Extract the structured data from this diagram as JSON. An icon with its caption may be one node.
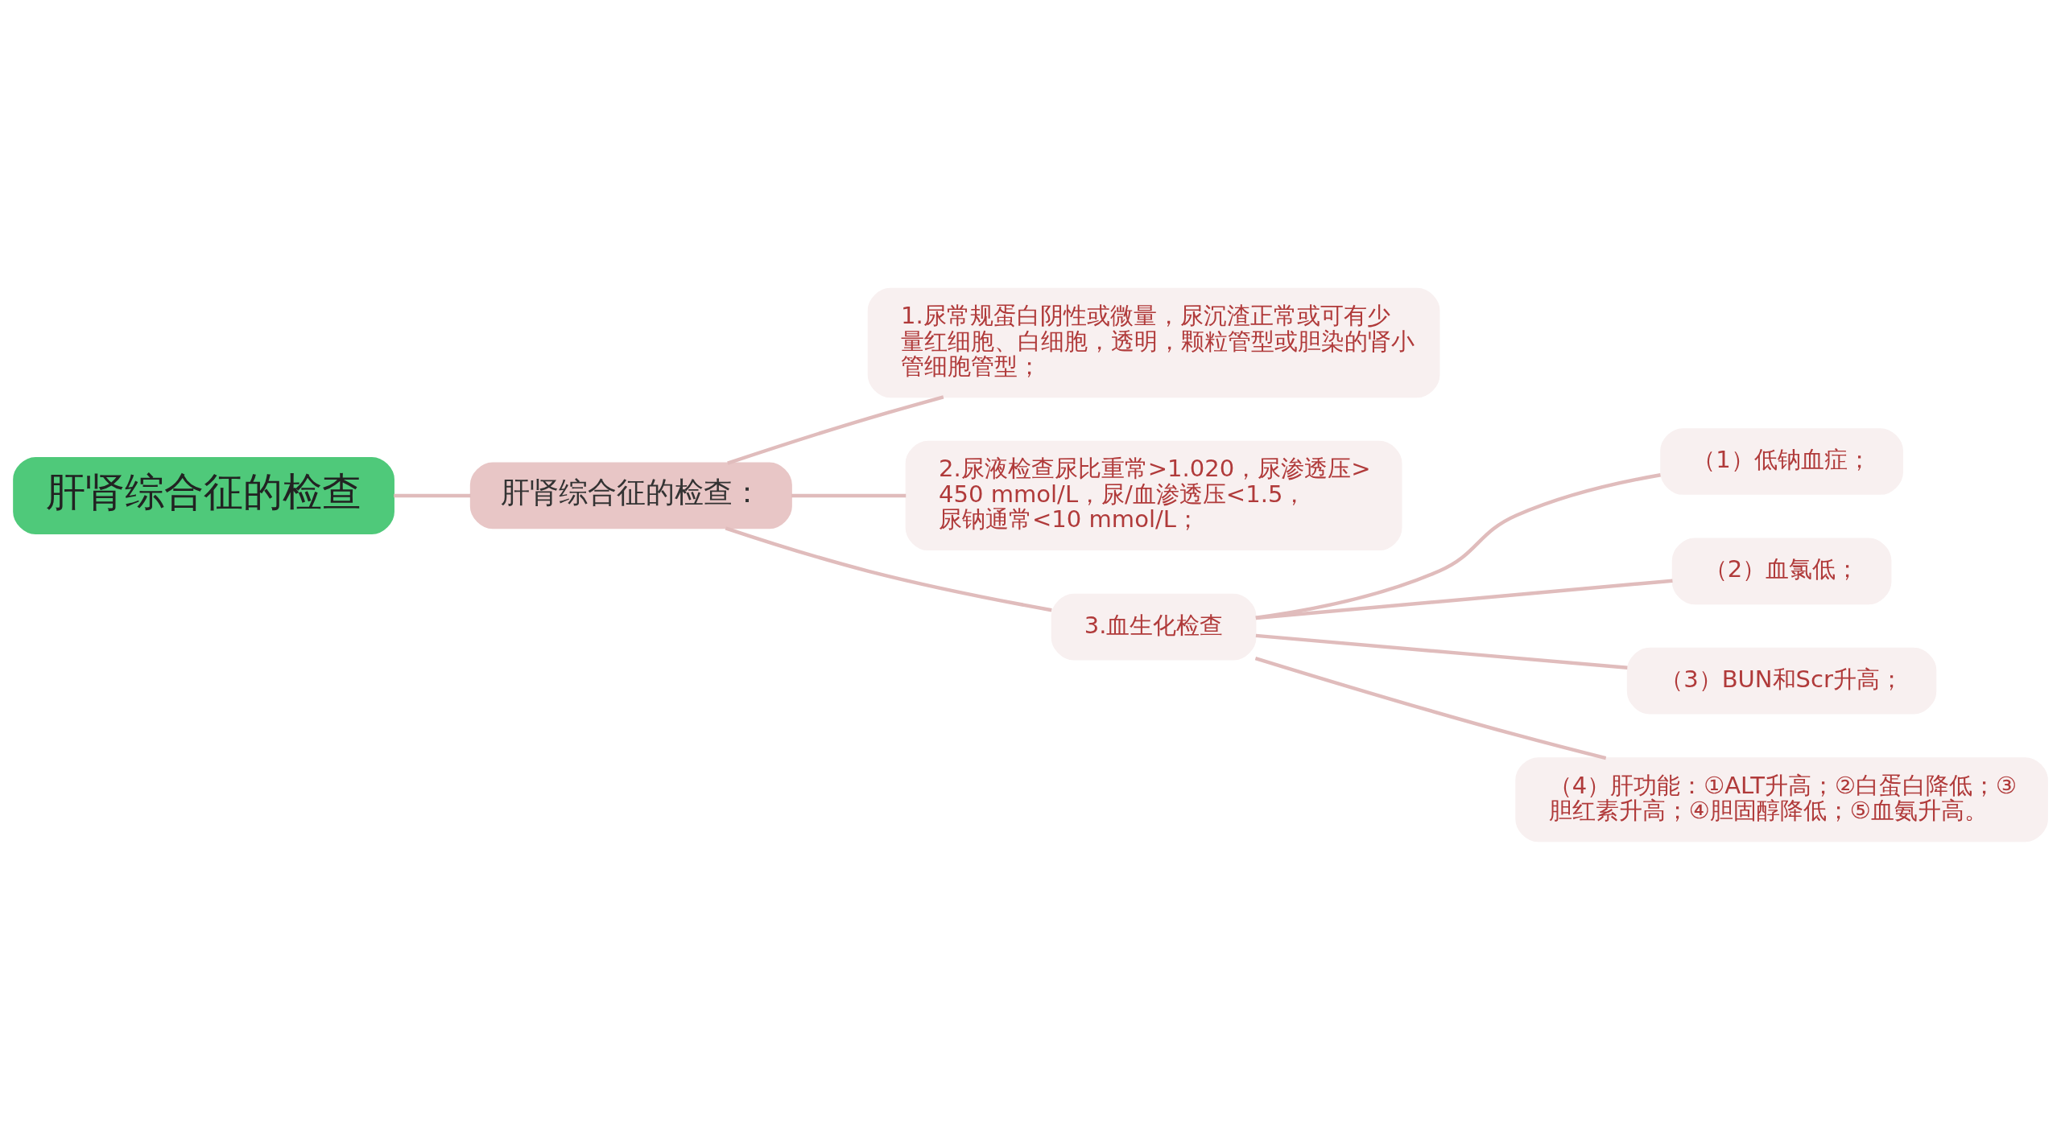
{
  "diagram": {
    "nodes": [
      {
        "text": [
          "肝肾综合征的检查"
        ]
      },
      {
        "text": [
          "肝肾综合征的检查："
        ]
      },
      {
        "text": [
          "1.尿常规蛋白阴性或微量，尿沉渣正常或可有少量红细胞、白细胞，透明，颗粒管型或胆染的肾小管细胞管型；"
        ]
      },
      {
        "text": [
          "2.尿液检查尿比重常>1.020，尿渗透压>450 mmol/L，尿/血渗透压<1.5，尿钠通常<10 mmol/L；"
        ]
      },
      {
        "text": [
          "3.血生化检查"
        ]
      },
      {
        "text": [
          "（1）低钠血症；"
        ]
      },
      {
        "text": [
          "（2）血氯低；"
        ]
      },
      {
        "text": [
          "（3）BUN和Scr升高；"
        ]
      },
      {
        "text": [
          "（4）肝功能：①ALT升高；②白蛋白降低；③胆红素升高；④胆固醇降低；⑤血氨升高。"
        ]
      }
    ],
    "edges": [
      {
        "from": 0,
        "to": 1,
        "arrow": "none"
      },
      {
        "from": 1,
        "to": 2,
        "arrow": "none"
      },
      {
        "from": 1,
        "to": 3,
        "arrow": "none"
      },
      {
        "from": 1,
        "to": 4,
        "arrow": "none"
      },
      {
        "from": 4,
        "to": 5,
        "arrow": "none"
      },
      {
        "from": 4,
        "to": 6,
        "arrow": "none"
      },
      {
        "from": 4,
        "to": 7,
        "arrow": "none"
      },
      {
        "from": 4,
        "to": 8,
        "arrow": "none"
      }
    ]
  }
}
